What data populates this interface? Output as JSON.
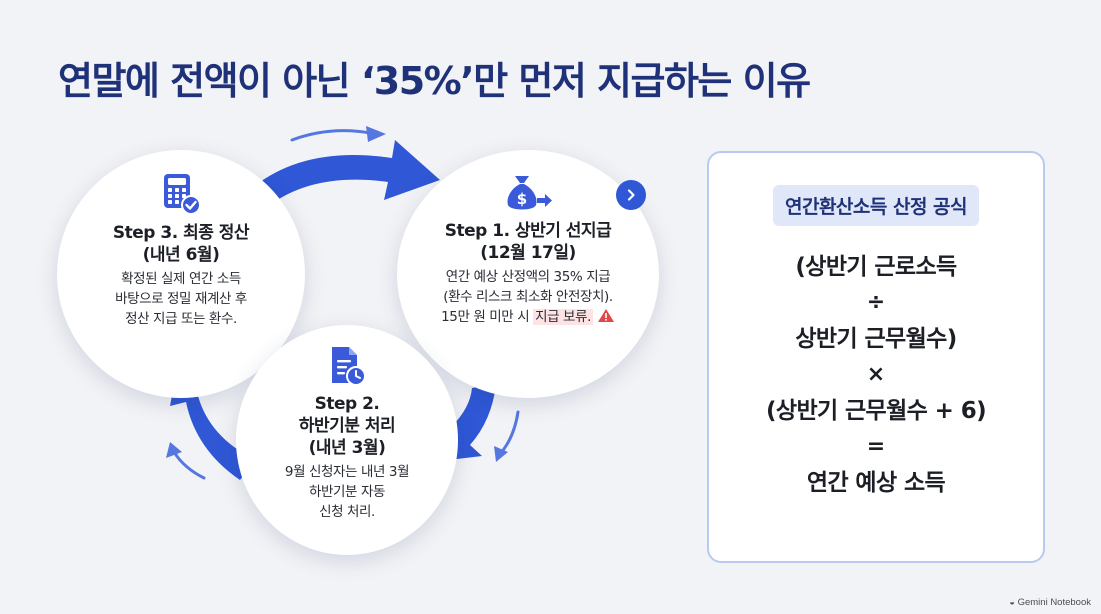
{
  "title": "연말에 전액이 아닌 ‘35%’만 먼저 지급하는 이유",
  "steps": {
    "step1": {
      "title": "Step 1. 상반기 선지급",
      "date": "(12월 17일)",
      "lines": [
        "연간 예상 산정액의 35% 지급",
        "(환수 리스크 최소화 안전장치)."
      ],
      "line3_pre": "15만 원 미만 시 ",
      "line3_warn": "지급 보류.",
      "icon": "money-bag-icon"
    },
    "step2": {
      "title_line1": "Step 2.",
      "title_line2": "하반기분 처리",
      "date": "(내년 3월)",
      "lines": [
        "9월 신청자는 내년 3월",
        "하반기분 자동",
        "신청 처리."
      ],
      "icon": "document-clock-icon"
    },
    "step3": {
      "title": "Step 3. 최종 정산",
      "date": "(내년 6월)",
      "lines": [
        "확정된 실제 연간 소득",
        "바탕으로 정밀 재계산 후",
        "정산 지급 또는 환수."
      ],
      "icon": "calculator-check-icon"
    }
  },
  "formula": {
    "title": "연간환산소득 산정 공식",
    "line1": "(상반기 근로소득",
    "op1": "÷",
    "line2": "상반기 근무월수)",
    "op2": "×",
    "line3": "(상반기 근무월수 + 6)",
    "op3": "=",
    "line4": "연간 예상 소득"
  },
  "brand": "Gemini Notebook",
  "colors": {
    "title": "#1f3178",
    "arrow": "#2f57d6",
    "panel_border": "#b8caf0",
    "warning": "#e04848"
  }
}
